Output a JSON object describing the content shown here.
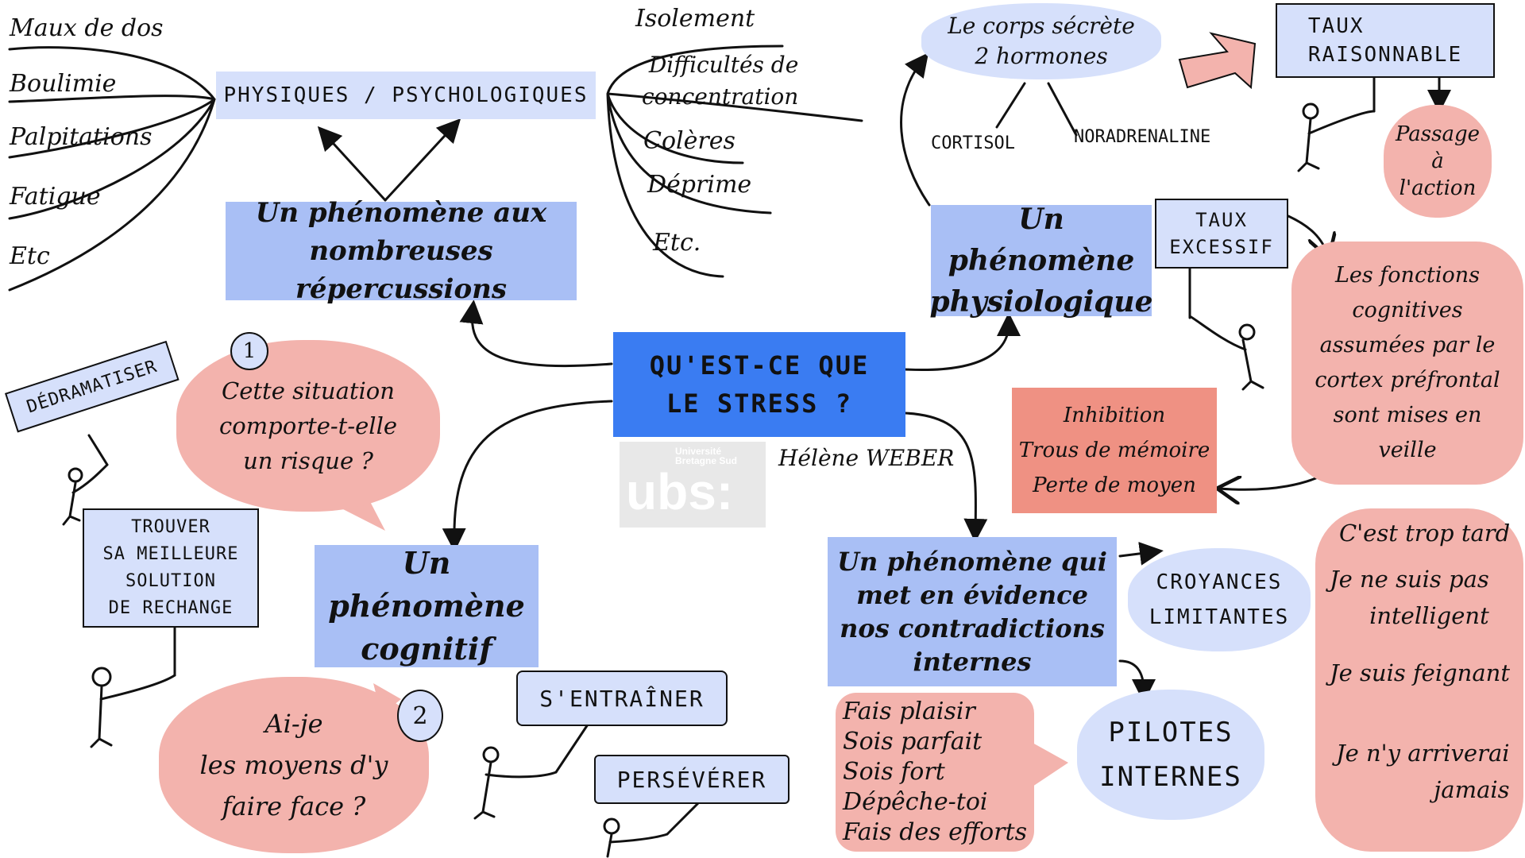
{
  "center": {
    "title": "QU'EST-CE QUE\nLE STRESS ?",
    "author": "Hélène WEBER"
  },
  "logo": {
    "name": "Université\nBretagne Sud",
    "mark": "ubs:"
  },
  "nodes": {
    "repercussions": "Un phénomène aux\nnombreuses répercussions",
    "physiologique": "Un phénomène\nphysiologique",
    "cognitif": "Un phénomène\ncognitif",
    "contradictions": "Un phénomène qui\nmet en évidence\nnos contradictions\ninternes"
  },
  "physiques_psy": "PHYSIQUES / PSYCHOLOGIQUES",
  "physical_list": [
    "Maux de dos",
    "Boulimie",
    "Palpitations",
    "Fatigue",
    "Etc"
  ],
  "psych_list": [
    "Isolement",
    "Difficultés de\nconcentration",
    "Colères",
    "Déprime",
    "Etc."
  ],
  "hormones": {
    "bubble": "Le corps sécrète\n2 hormones",
    "h1": "CORTISOL",
    "h2": "NORADRENALINE"
  },
  "taux_raisonnable": "TAUX\nRAISONNABLE",
  "passage_action": "Passage\nà\nl'action",
  "taux_excessif": "TAUX\nEXCESSIF",
  "fonctions_cognitives": "Les fonctions\ncognitives\nassumées par le\ncortex préfrontal\nsont mises en\nveille",
  "inhibition": "Inhibition\nTrous de mémoire\nPerte de moyen",
  "question1": {
    "num": "1",
    "text": "Cette situation\ncomporte-t-elle\nun risque ?"
  },
  "question2": {
    "num": "2",
    "text": "Ai-je\nles moyens d'y\nfaire face ?"
  },
  "dedramatiser": "DÉDRAMATISER",
  "meilleure_solution": "TROUVER\nSA MEILLEURE\nSOLUTION\nDE RECHANGE",
  "sentrainer": "S'ENTRAÎNER",
  "perseverer": "PERSÉVÉRER",
  "croyances": "CROYANCES\nLIMITANTES",
  "pilotes": "PILOTES\nINTERNES",
  "drivers": "Fais plaisir\nSois parfait\nSois fort\nDépêche-toi\nFais des efforts",
  "beliefs": {
    "b1": "C'est trop tard",
    "b2": "Je ne suis pas\nintelligent",
    "b3": "Je suis feignant",
    "b4": "Je n'y arriverai\njamais"
  },
  "colors": {
    "center": "#3a7cf2",
    "node": "#a9bff5",
    "light": "#d6e0fb",
    "pink": "#f3b3ad",
    "red": "#ef9183"
  }
}
